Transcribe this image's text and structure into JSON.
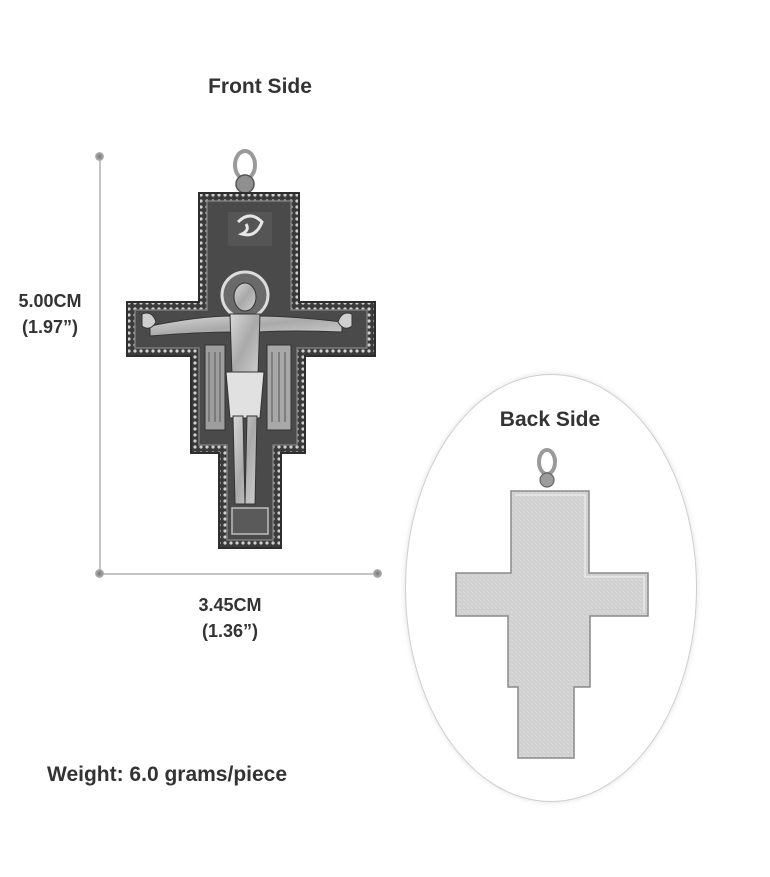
{
  "front": {
    "title": "Front Side",
    "height_label": [
      "5.00CM",
      "(1.97”)"
    ],
    "width_label": [
      "3.45CM",
      "(1.36”)"
    ]
  },
  "back": {
    "title": "Back Side"
  },
  "weight": "Weight: 6.0 grams/piece",
  "icons": {
    "front": "san-damiano-cross-pendant-front-icon",
    "back": "san-damiano-cross-pendant-back-icon"
  },
  "colors": {
    "text": "#333333",
    "dimension_line": "#c4c4c4",
    "metal": "#b8b8b8"
  }
}
